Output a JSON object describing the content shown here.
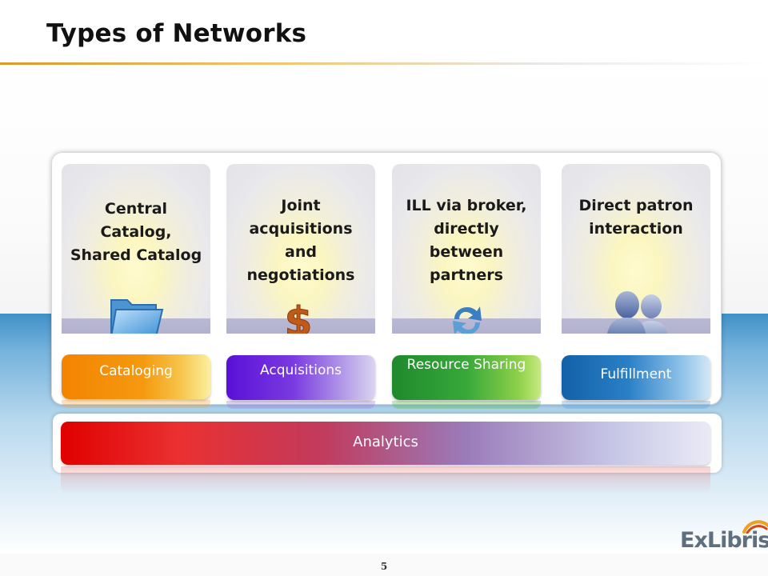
{
  "title": "Types of Networks",
  "columns": [
    {
      "description": "Central Catalog, Shared Catalog",
      "tab": "Cataloging",
      "icon": "folder-icon",
      "color": "#f28c00"
    },
    {
      "description": "Joint acquisitions and negotiations",
      "tab": "Acquisitions",
      "icon": "dollar-icon",
      "color": "#6a1ed8"
    },
    {
      "description": "ILL via broker, directly between partners",
      "tab": "Resource Sharing",
      "icon": "exchange-arrows-icon",
      "color": "#2a9a3a"
    },
    {
      "description": "Direct patron interaction",
      "tab": "Fulfillment",
      "icon": "people-icon",
      "color": "#1a6fb4"
    }
  ],
  "analytics_label": "Analytics",
  "page_number": "5",
  "logo_text": "ExLibris"
}
